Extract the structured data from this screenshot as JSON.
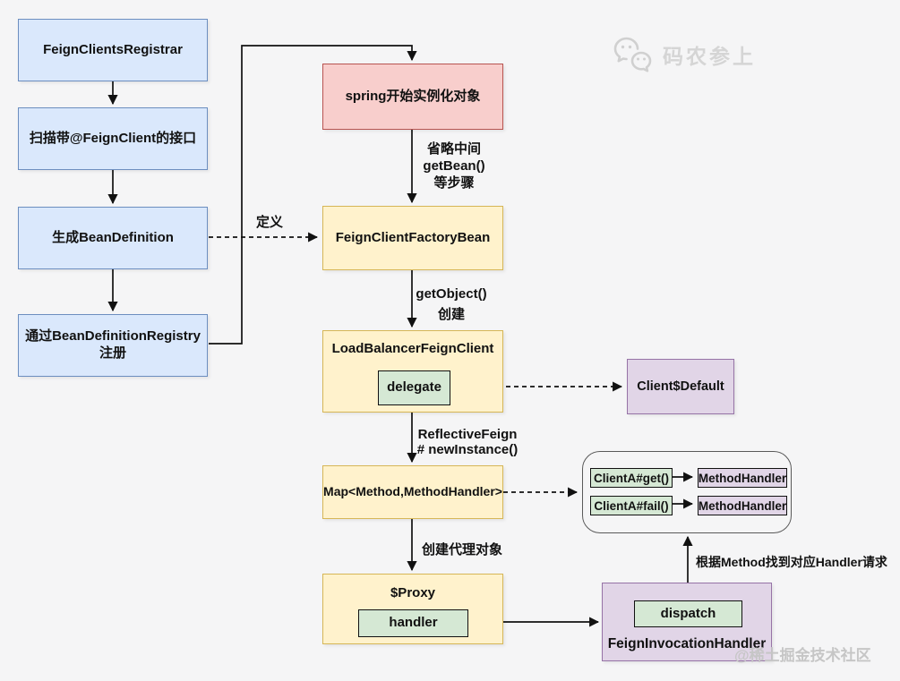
{
  "watermarks": {
    "top_brand": "码农参上",
    "bottom_brand": "@稀土掘金技术社区"
  },
  "colors": {
    "background": "#f5f5f6",
    "blue_fill": "#dae8fc",
    "blue_border": "#6c8ebf",
    "red_fill": "#f8cecc",
    "red_border": "#b85450",
    "yellow_fill": "#fff2cc",
    "yellow_border": "#d6b656",
    "green_fill": "#d5e8d4",
    "green_border": "#82b366",
    "purple_fill": "#e1d5e7",
    "purple_border": "#9673a6"
  },
  "nodes": {
    "registrar": "FeignClientsRegistrar",
    "scan": "扫描带@FeignClient的接口",
    "gen_bean_definition": "生成BeanDefinition",
    "register_line1": "通过BeanDefinitionRegistry",
    "register_line2": "注册",
    "spring_instantiate": "spring开始实例化对象",
    "factory_bean": "FeignClientFactoryBean",
    "load_balancer": "LoadBalancerFeignClient",
    "delegate_field": "delegate",
    "client_default": "Client$Default",
    "method_map": "Map<Method,MethodHandler>",
    "proxy": "$Proxy",
    "handler_field": "handler",
    "invocation_handler": "FeignInvocationHandler",
    "dispatch_field": "dispatch",
    "map_entries": [
      {
        "key": "ClientA#get()",
        "value": "MethodHandler"
      },
      {
        "key": "ClientA#fail()",
        "value": "MethodHandler"
      }
    ]
  },
  "edge_labels": {
    "define": "定义",
    "skip_line1": "省略中间",
    "skip_line2": "getBean()",
    "skip_line3": "等步骤",
    "get_object": "getObject()",
    "create": "创建",
    "reflective_line1": "ReflectiveFeign",
    "reflective_line2": "# newInstance()",
    "create_proxy": "创建代理对象",
    "dispatch_note": "根据Method找到对应Handler请求"
  }
}
